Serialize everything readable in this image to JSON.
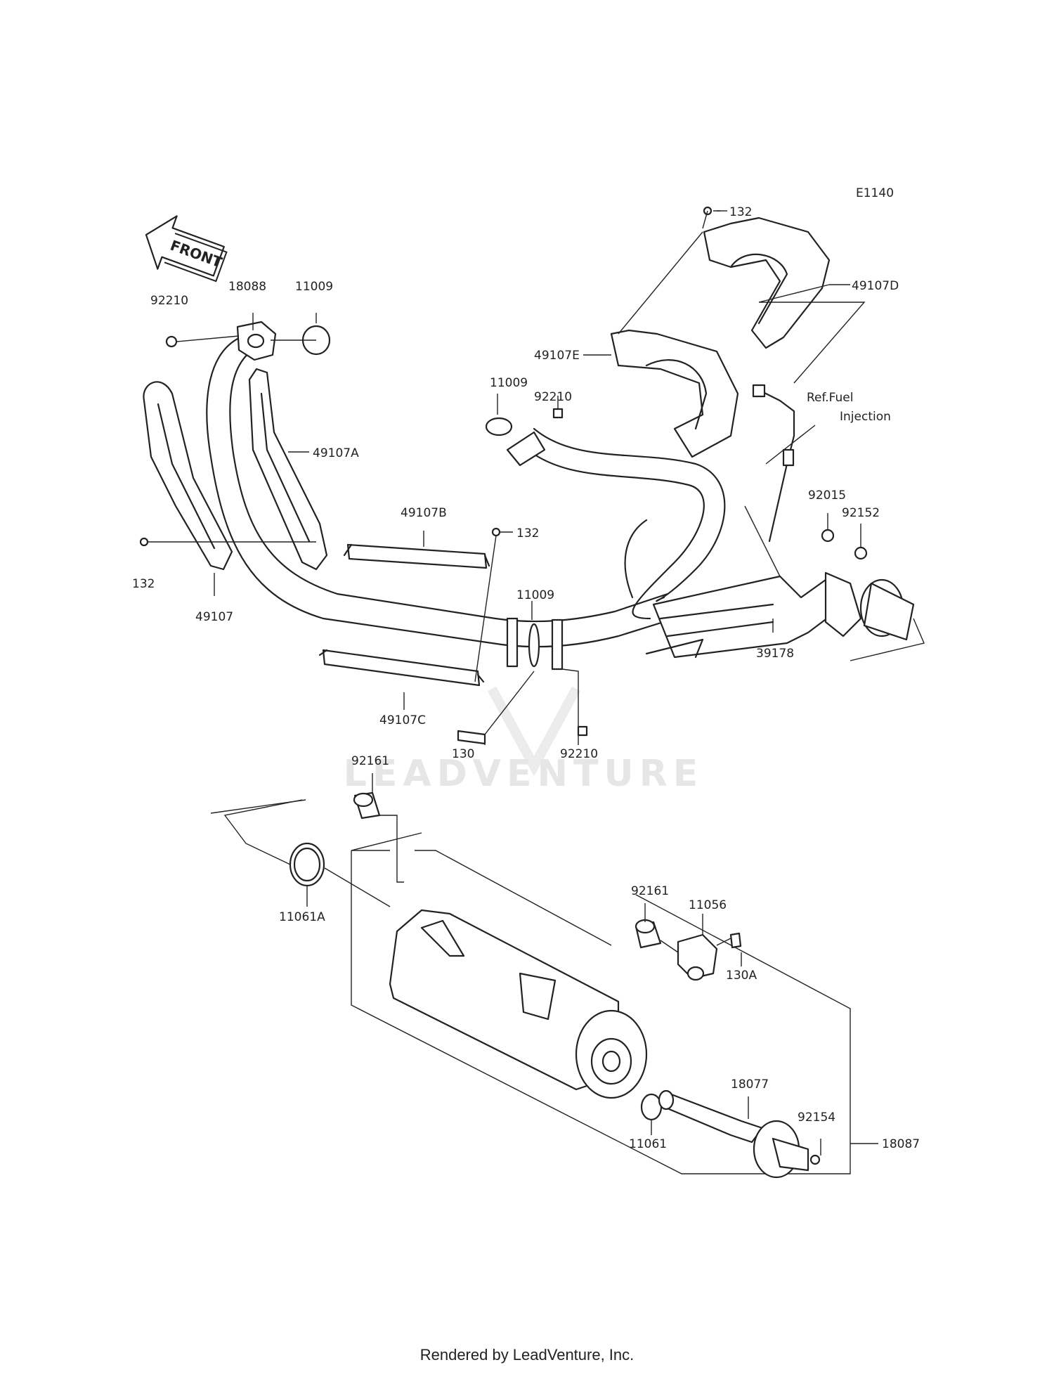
{
  "diagram": {
    "code": "E1140",
    "front_label": "FRONT",
    "watermark": "LEADVENTURE",
    "ref_note": [
      "Ref.Fuel",
      "Injection"
    ],
    "labels": {
      "l132_top": "132",
      "l49107D": "49107D",
      "l49107E": "49107E",
      "l11009_mid": "11009",
      "l92210_mid": "92210",
      "l92210_left": "92210",
      "l18088": "18088",
      "l11009_left": "11009",
      "l49107A": "49107A",
      "l49107B": "49107B",
      "l132_mid": "132",
      "l132_left": "132",
      "l49107": "49107",
      "l11009_joint": "11009",
      "l49107C": "49107C",
      "l130": "130",
      "l92210_bottom": "92210",
      "l92015": "92015",
      "l92152": "92152",
      "l39178": "39178",
      "l92161_top": "92161",
      "l11061A": "11061A",
      "l92161_right": "92161",
      "l11056": "11056",
      "l130A": "130A",
      "l18077": "18077",
      "l92154": "92154",
      "l11061": "11061",
      "l18087": "18087"
    }
  },
  "footer": "Rendered by LeadVenture, Inc."
}
